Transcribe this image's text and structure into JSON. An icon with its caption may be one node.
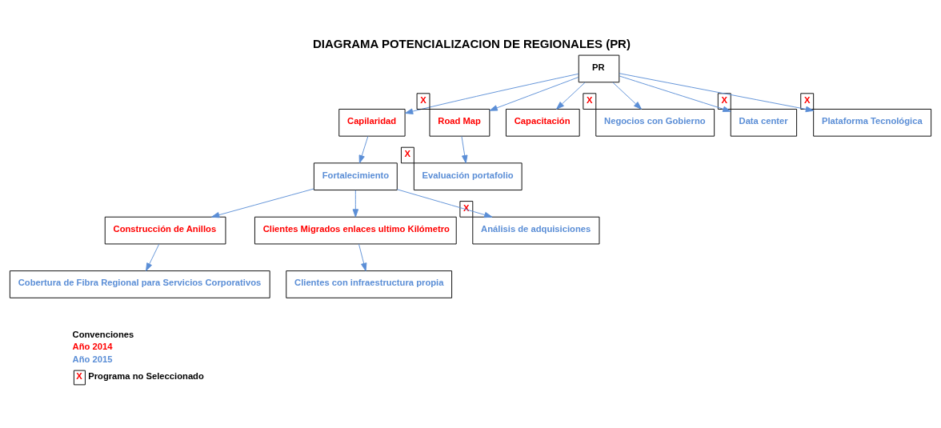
{
  "diagram": {
    "title": "DIAGRAMA POTENCIALIZACION DE REGIONALES (PR)",
    "nodes": [
      {
        "text": [
          "PR"
        ]
      },
      {
        "text": [
          "Capilaridad"
        ]
      },
      {
        "text": [
          "Road Map"
        ],
        "beside": [
          "X"
        ]
      },
      {
        "text": [
          "Capacitación"
        ]
      },
      {
        "text": [
          "Negocios con Gobierno"
        ],
        "beside": [
          "X"
        ]
      },
      {
        "text": [
          "Data center"
        ],
        "beside": [
          "X"
        ]
      },
      {
        "text": [
          "Plataforma Tecnológica"
        ],
        "beside": [
          "X"
        ]
      },
      {
        "text": [
          "Fortalecimiento"
        ]
      },
      {
        "text": [
          "Evaluación portafolio"
        ],
        "beside": [
          "X"
        ]
      },
      {
        "text": [
          "Construcción de Anillos"
        ]
      },
      {
        "text": [
          "Clientes Migrados enlaces ultimo Kilómetro"
        ]
      },
      {
        "text": [
          "Cobertura de Fibra Regional para Servicios Corporativos"
        ]
      },
      {
        "text": [
          "Clientes con infraestructura propia"
        ]
      },
      {
        "text": [
          "Análisis de adquisiciones"
        ],
        "beside": [
          "X"
        ]
      }
    ],
    "edges": [
      {
        "from": 0,
        "to": 1,
        "arrow": "to"
      },
      {
        "from": 0,
        "to": 2,
        "arrow": "to"
      },
      {
        "from": 0,
        "to": 3,
        "arrow": "to"
      },
      {
        "from": 0,
        "to": 4,
        "arrow": "to"
      },
      {
        "from": 0,
        "to": 5,
        "arrow": "to"
      },
      {
        "from": 0,
        "to": 6,
        "arrow": "to"
      },
      {
        "from": 1,
        "to": 7,
        "arrow": "to"
      },
      {
        "from": 2,
        "to": 8,
        "arrow": "to"
      },
      {
        "from": 7,
        "to": 9,
        "arrow": "to"
      },
      {
        "from": 7,
        "to": 10,
        "arrow": "to"
      },
      {
        "from": 7,
        "to": 13,
        "arrow": "to"
      },
      {
        "from": 9,
        "to": 11,
        "arrow": "to"
      },
      {
        "from": 10,
        "to": 12,
        "arrow": "to"
      }
    ],
    "labels": [
      "Convenciones",
      "X"
    ],
    "legend": [
      {
        "text": "Año 2014",
        "color": "#ff0000"
      },
      {
        "text": "Año 2015",
        "color": "#5b8ed6"
      },
      {
        "text": "Programa no Seleccionado"
      }
    ]
  }
}
